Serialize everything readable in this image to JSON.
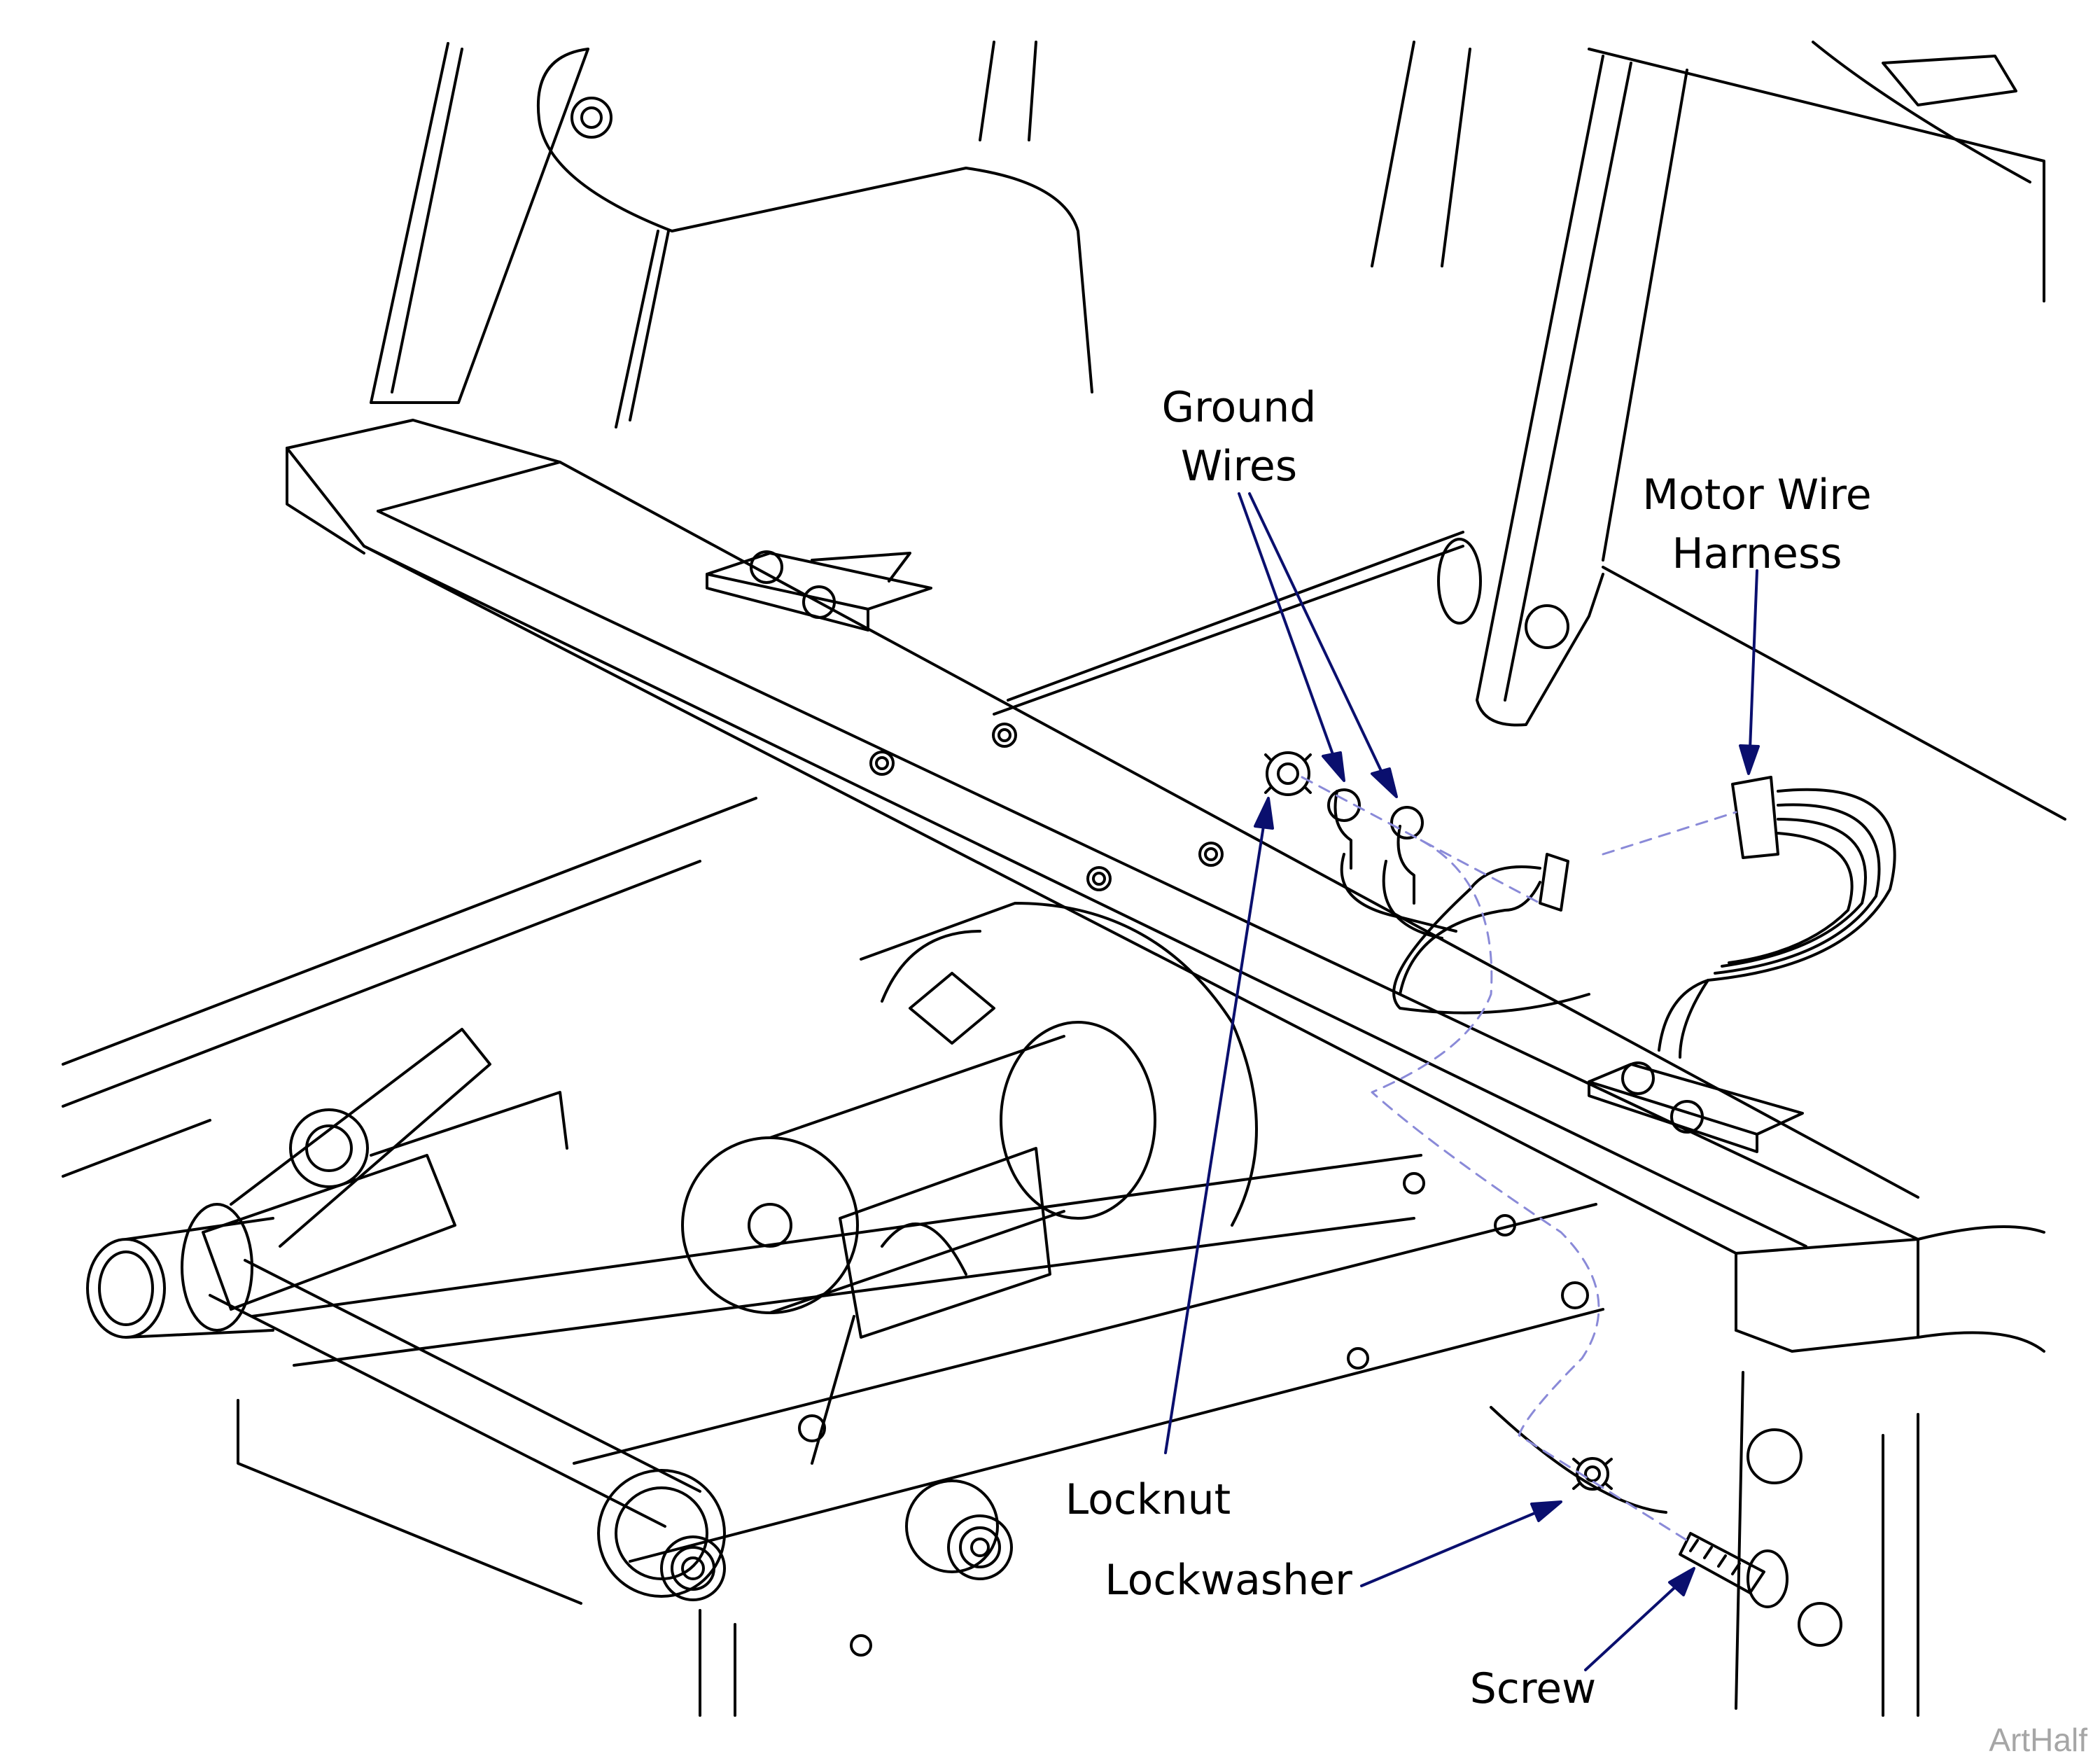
{
  "callouts": {
    "ground_wires": [
      "Ground",
      "Wires"
    ],
    "motor_wire_harness": [
      "Motor Wire",
      "Harness"
    ],
    "locknut": "Locknut",
    "lockwasher": "Lockwasher",
    "screw": "Screw"
  },
  "watermark": "ArtHalf",
  "colors": {
    "line_art": "#000000",
    "callout_arrow": "#0a0f6e",
    "dashed_path": "#8a8ad8",
    "watermark": "#a6a6a6"
  }
}
